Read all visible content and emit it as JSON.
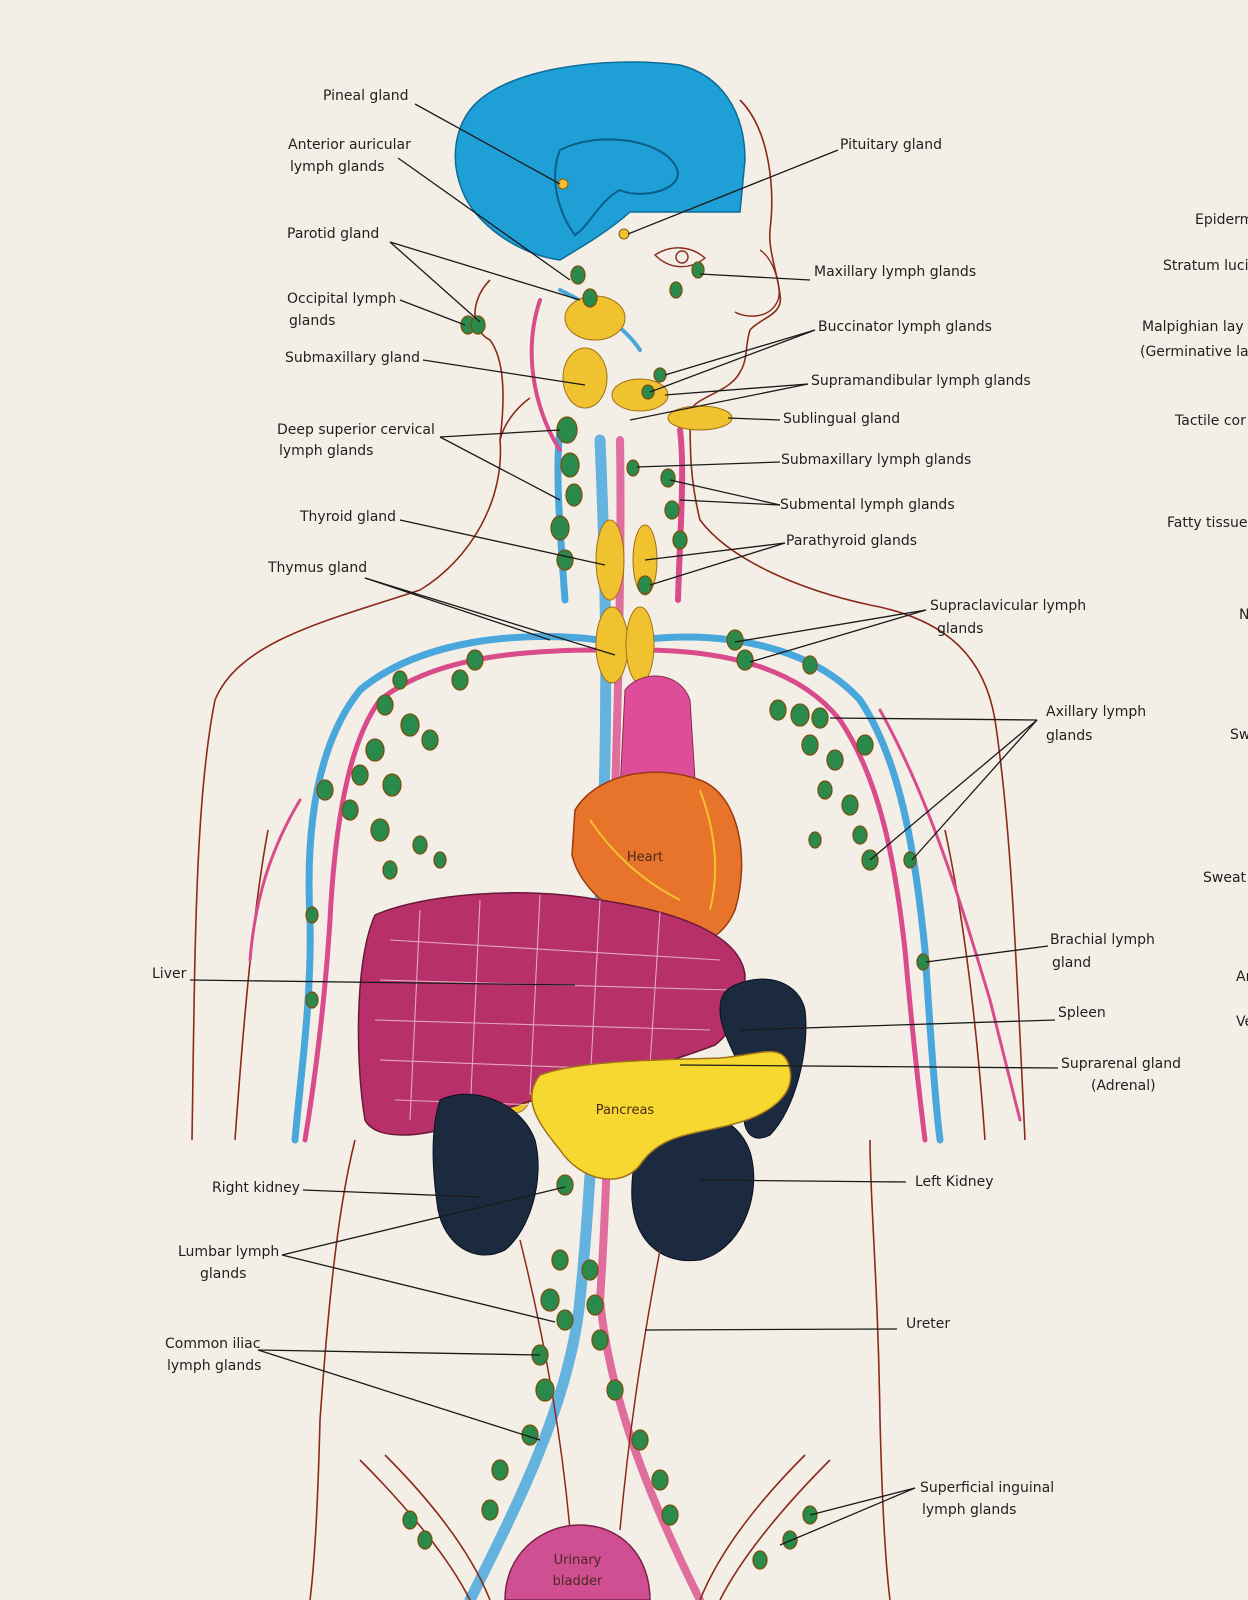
{
  "labels_left": {
    "pineal": "Pineal gland",
    "anterior_auricular_1": "Anterior auricular",
    "anterior_auricular_2": "lymph glands",
    "parotid": "Parotid gland",
    "occipital_1": "Occipital lymph",
    "occipital_2": "glands",
    "submaxillary_gland": "Submaxillary gland",
    "deep_cervical_1": "Deep superior cervical",
    "deep_cervical_2": "lymph glands",
    "thyroid": "Thyroid gland",
    "thymus": "Thymus gland",
    "liver": "Liver",
    "right_kidney": "Right kidney",
    "lumbar_1": "Lumbar lymph",
    "lumbar_2": "glands",
    "iliac_1": "Common iliac",
    "iliac_2": "lymph glands"
  },
  "labels_right": {
    "pituitary": "Pituitary gland",
    "maxillary": "Maxillary lymph glands",
    "buccinator": "Buccinator lymph glands",
    "supramandibular": "Supramandibular lymph glands",
    "sublingual": "Sublingual gland",
    "submaxillary_lymph": "Submaxillary lymph glands",
    "submental": "Submental lymph glands",
    "parathyroid": "Parathyroid glands",
    "supraclavicular_1": "Supraclavicular lymph",
    "supraclavicular_2": "glands",
    "axillary_1": "Axillary lymph",
    "axillary_2": "glands",
    "brachial_1": "Brachial lymph",
    "brachial_2": "gland",
    "spleen": "Spleen",
    "suprarenal_1": "Suprarenal gland",
    "suprarenal_2": "(Adrenal)",
    "left_kidney": "Left Kidney",
    "ureter": "Ureter",
    "inguinal_1": "Superficial inguinal",
    "inguinal_2": "lymph glands"
  },
  "labels_organs": {
    "heart": "Heart",
    "pancreas": "Pancreas",
    "bladder_1": "Urinary",
    "bladder_2": "bladder"
  },
  "labels_edge": {
    "epiderm": "Epiderm",
    "stratum": "Stratum luci",
    "malpighian_1": "Malpighian lay",
    "malpighian_2": "(Germinative la",
    "tactile": "Tactile cor",
    "fatty": "Fatty tissue",
    "n": "N",
    "sw": "Sw",
    "sweat": "Sweat",
    "ar": "Ar",
    "ve": "Ve"
  },
  "colors": {
    "background": "#f4efe6",
    "brain": "#1e9fd6",
    "vein_blue": "#4aa7dc",
    "artery_pink": "#d94c8c",
    "lymph_node": "#2a8a4c",
    "gland_yellow": "#f0c230",
    "liver": "#b8306a",
    "heart": "#e8742c",
    "kidney": "#1c2a40",
    "pancreas": "#f7d831",
    "outline": "#8a2a1c",
    "leader": "#1a1a1a"
  }
}
